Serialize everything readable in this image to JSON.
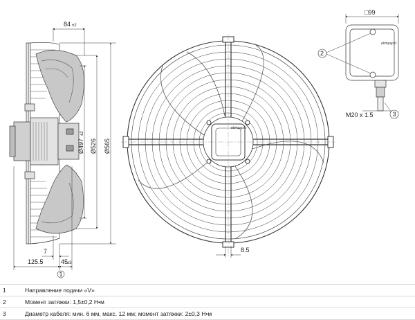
{
  "dimensions": {
    "depth_top": "84",
    "depth_top_tol": "±2",
    "d_inner": "Ø497",
    "d_inner_tol": "±2",
    "d_mid": "Ø526",
    "d_outer": "Ø565",
    "offset_small": "7",
    "length_left": "125.5",
    "length_right": "45",
    "length_right_tol": "±3",
    "slot_width": "8.5",
    "box_width": "□99",
    "cable_thread": "M20 x 1.5"
  },
  "callouts": {
    "one": "1",
    "two": "2",
    "three": "3"
  },
  "brand": "ebmpapst",
  "legend": [
    {
      "num": "1",
      "text": "Направление подачи «V»"
    },
    {
      "num": "2",
      "text": "Момент затяжки: 1,5±0,2 Н•м"
    },
    {
      "num": "3",
      "text": "Диаметр кабеля: мин. 6 мм, макс. 12 мм; момент затяжки: 2±0,3 Н•м"
    }
  ]
}
